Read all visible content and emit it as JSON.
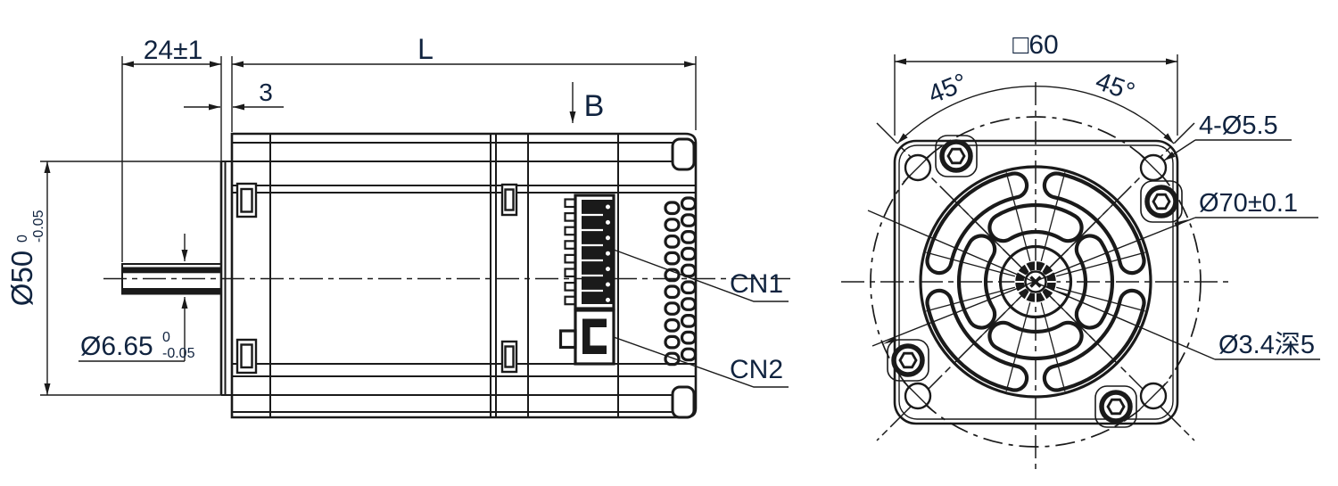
{
  "drawing": {
    "side_view": {
      "dim_shaft_length": "24±1",
      "dim_boss_depth": "3",
      "dim_body_length": "L",
      "view_label": "B",
      "dim_pilot_dia": "Ø50",
      "pilot_tol_upper": "0",
      "pilot_tol_lower": "-0.05",
      "dim_shaft_dia": "Ø6.65",
      "shaft_tol_upper": "0",
      "shaft_tol_lower": "-0.05",
      "connector1_label": "CN1",
      "connector2_label": "CN2"
    },
    "front_view": {
      "dim_flange_size": "□60",
      "dim_angle_left": "45°",
      "dim_angle_right": "45°",
      "dim_mount_holes": "4-Ø5.5",
      "dim_bolt_circle": "Ø70±0.1",
      "dim_center_hole": "Ø3.4深5"
    },
    "colors": {
      "line": "#1a1a1a",
      "text": "#10233f",
      "background": "#ffffff"
    }
  }
}
